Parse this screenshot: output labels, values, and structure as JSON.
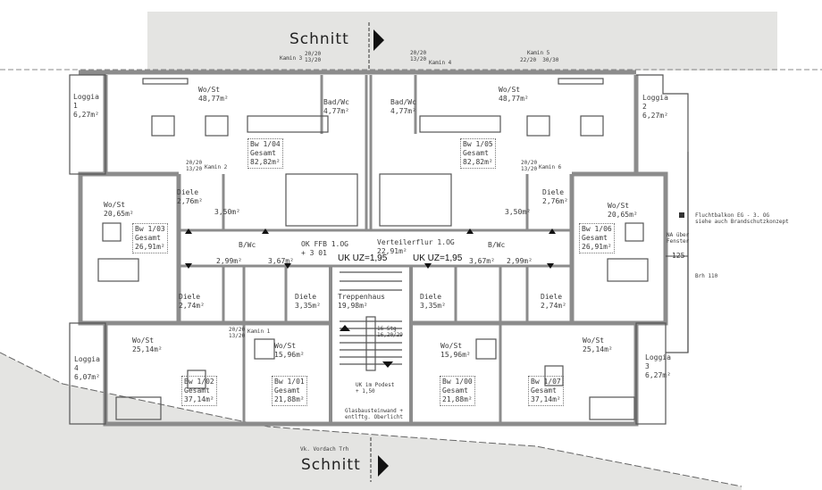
{
  "section_marker": {
    "label": "Schnitt",
    "icon": "section-arrow-icon"
  },
  "chimneys": [
    {
      "name": "Kamin 3",
      "size": "20/20\n13/20"
    },
    {
      "name": "Kamin 4",
      "size": "20/20\n13/20"
    },
    {
      "name": "Kamin 5",
      "size": "22/20  30/30"
    },
    {
      "name": "Kamin 2",
      "size": "20/20\n13/20"
    },
    {
      "name": "Kamin 6",
      "size": "20/20\n13/20"
    },
    {
      "name": "Kamin 1",
      "size": "20/20\n13/20"
    }
  ],
  "rooms": {
    "loggia1": "Loggia\n1\n6,27m²",
    "loggia2": "Loggia\n2\n6,27m²",
    "loggia3": "Loggia\n3\n6,27m²",
    "loggia4": "Loggia\n4\n6,07m²",
    "wo_104": "Wo/St\n48,77m²",
    "wo_105": "Wo/St\n48,77m²",
    "bad_104": "Bad/Wc\n4,77m²",
    "bad_105": "Bad/Wc\n4,77m²",
    "wo_103": "Wo/St\n20,65m²",
    "wo_106": "Wo/St\n20,65m²",
    "diele_tl": "Diele\n2,76m²",
    "bath_tl": "3,50m²",
    "diele_tr": "Diele\n2,76m²",
    "bath_tr": "3,50m²",
    "bwc_left": "B/Wc",
    "bwc_left_a": "2,99m²",
    "bwc_left_b": "3,67m²",
    "bwc_right": "B/Wc",
    "bwc_right_a": "3,67m²",
    "bwc_right_b": "2,99m²",
    "flur": "Verteilerflur 1.OG\n22,91m²",
    "diele_bl1": "Diele\n2,74m²",
    "diele_bl2": "Diele\n3,35m²",
    "treppenhaus": "Treppenhaus\n19,98m²",
    "diele_br2": "Diele\n3,35m²",
    "diele_br1": "Diele\n2,74m²",
    "wo_102": "Wo/St\n25,14m²",
    "wo_101": "Wo/St\n15,96m²",
    "wo_100": "Wo/St\n15,96m²",
    "wo_107": "Wo/St\n25,14m²"
  },
  "units": [
    {
      "id": "Bw 1/04",
      "label": "Gesamt",
      "area": "82,82m²"
    },
    {
      "id": "Bw 1/05",
      "label": "Gesamt",
      "area": "82,82m²"
    },
    {
      "id": "Bw 1/03",
      "label": "Gesamt",
      "area": "26,91m²"
    },
    {
      "id": "Bw 1/06",
      "label": "Gesamt",
      "area": "26,91m²"
    },
    {
      "id": "Bw 1/02",
      "label": "Gesamt",
      "area": "37,14m²"
    },
    {
      "id": "Bw 1/01",
      "label": "Gesamt",
      "area": "21,88m²"
    },
    {
      "id": "Bw 1/00",
      "label": "Gesamt",
      "area": "21,88m²"
    },
    {
      "id": "Bw 1/07",
      "label": "Gesamt",
      "area": "37,14m²"
    }
  ],
  "annotations": {
    "ok_ffb": "OK FFB 1.OG\n+ 3 01",
    "uk_uz_left": "UK UZ=1,95",
    "uk_uz_right": "UK UZ=1,95",
    "stairs": "16 Stg\n16,20/29",
    "uk_podest": "UK im Podest\n+ 1,50",
    "glass": "Glasbausteinwand +\nentlftg. Oberlicht",
    "vordach": "Vk. Vordach Trh",
    "fluchtbalkon": "Fluchtbalkon EG - 3. OG\nsiehe auch Brandschutzkonzept",
    "na_fenster": "NA über\nFenster",
    "dim_125": "125",
    "brh": "Brh 110"
  },
  "colors": {
    "wall": "#8c8c8c",
    "paper_gray": "#e4e4e2",
    "line": "#444444"
  }
}
